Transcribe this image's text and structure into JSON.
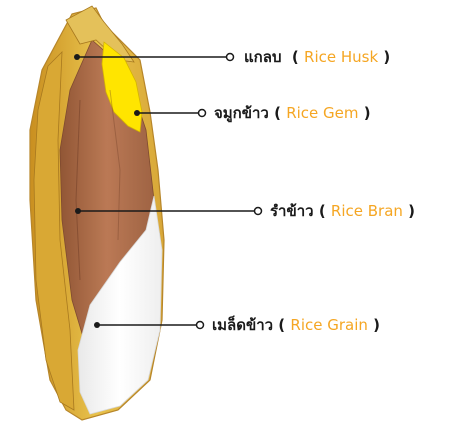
{
  "labels": [
    {
      "id": "husk",
      "thai": "แกลบ",
      "open": "(",
      "english": "Rice Husk",
      "close": ")"
    },
    {
      "id": "gem",
      "thai": "จมูกข้าว",
      "open": "(",
      "english": "Rice Gem",
      "close": ")"
    },
    {
      "id": "bran",
      "thai": "รำข้าว",
      "open": "(",
      "english": "Rice Bran",
      "close": ")"
    },
    {
      "id": "grain",
      "thai": "เมล็ดข้าว",
      "open": "(",
      "english": "Rice Grain",
      "close": ")"
    }
  ],
  "colors": {
    "husk": "#e8c046",
    "husk_dark": "#c9961e",
    "gem": "#ffe500",
    "bran": "#a86a4c",
    "bran_dark": "#7b4630",
    "grain": "#fbfbfb",
    "accent_text": "#f5a623",
    "line": "#1a1a1a"
  }
}
